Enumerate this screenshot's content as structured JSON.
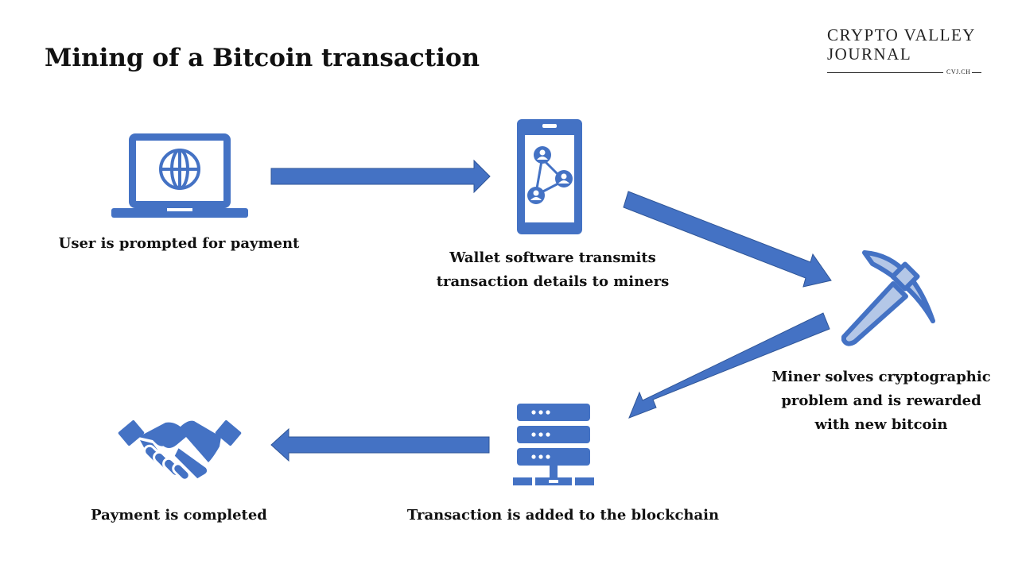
{
  "title": "Mining of a Bitcoin transaction",
  "brand": {
    "line1": "CRYPTO VALLEY",
    "line2": "JOURNAL",
    "tagline": "CVJ.CH"
  },
  "colors": {
    "accent": "#4472c4",
    "accent_light": "#b4c7e7",
    "dark_outline": "#2f5597"
  },
  "steps": [
    {
      "icon": "laptop-globe-icon",
      "caption": [
        "User is prompted for payment"
      ]
    },
    {
      "icon": "smartphone-network-icon",
      "caption": [
        "Wallet software transmits",
        "transaction details to miners"
      ]
    },
    {
      "icon": "pickaxe-icon",
      "caption": [
        "Miner solves cryptographic",
        "problem and is rewarded",
        "with new bitcoin"
      ]
    },
    {
      "icon": "server-stack-icon",
      "caption": [
        "Transaction is added to the blockchain"
      ]
    },
    {
      "icon": "handshake-icon",
      "caption": [
        "Payment is completed"
      ]
    }
  ]
}
